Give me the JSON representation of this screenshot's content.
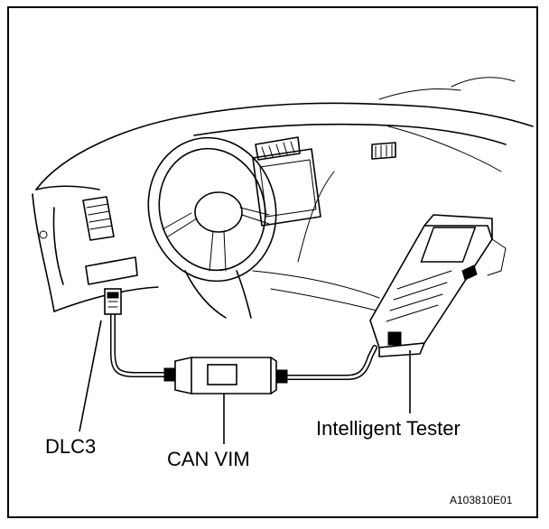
{
  "labels": {
    "dlc3": "DLC3",
    "can_vim": "CAN VIM",
    "intelligent_tester": "Intelligent Tester",
    "figure_code": "A103810E01"
  }
}
